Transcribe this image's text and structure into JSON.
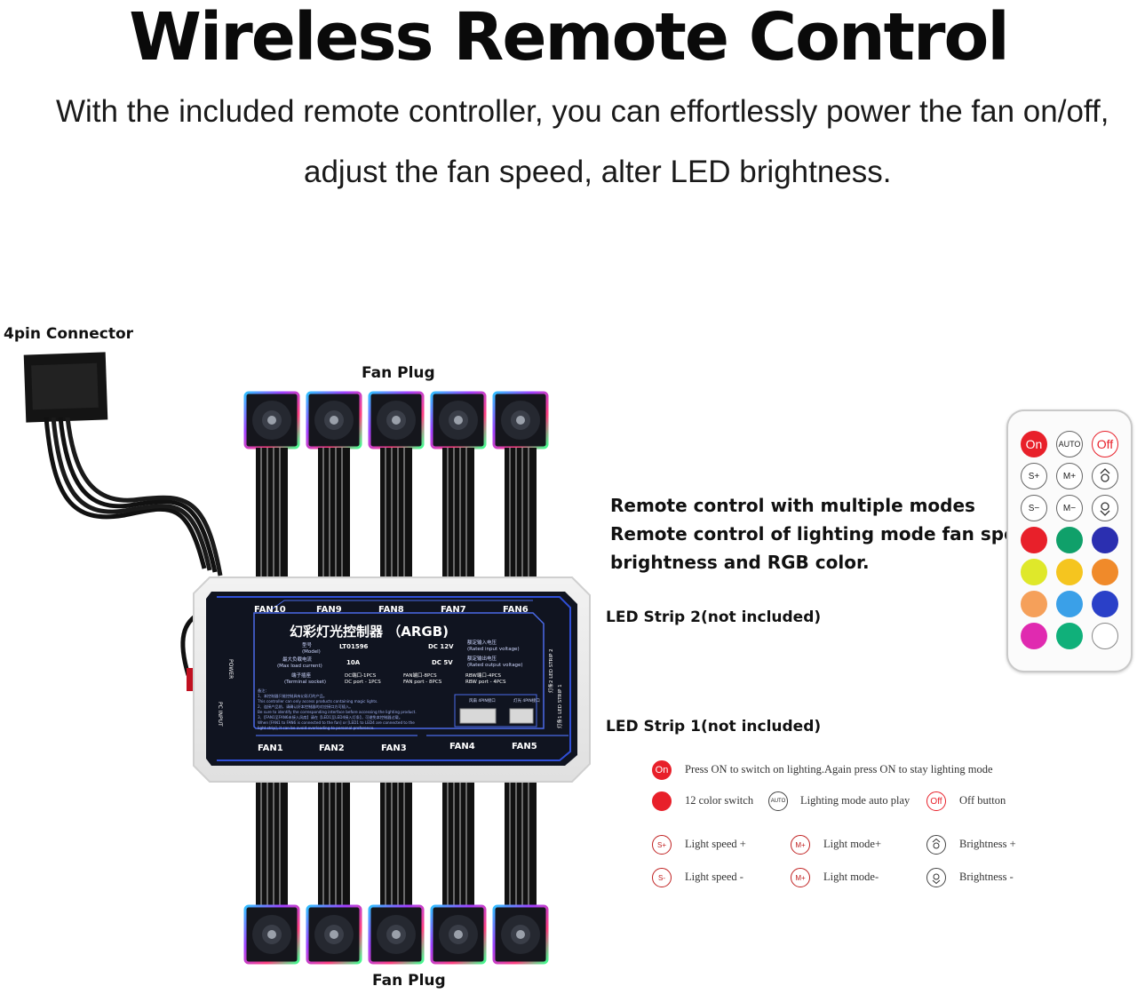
{
  "header": {
    "title": "Wireless Remote Control",
    "subtitle_line1": "With the included remote controller, you can effortlessly power the fan on/off,",
    "subtitle_line2": "adjust the fan speed, alter LED brightness."
  },
  "labels": {
    "connector": "4pin Connector",
    "fan_plug_top": "Fan Plug",
    "fan_plug_bottom": "Fan Plug",
    "led_strip_2": "LED Strip 2(not included)",
    "led_strip_1": "LED Strip 1(not included)"
  },
  "features": {
    "line1": "Remote control with multiple modes",
    "line2": "Remote control of lighting mode fan speed",
    "line3": "brightness and RGB color."
  },
  "controller": {
    "top_ports": [
      "FAN10",
      "FAN9",
      "FAN8",
      "FAN7",
      "FAN6"
    ],
    "bottom_ports": [
      "FAN1",
      "FAN2",
      "FAN3",
      "FAN4",
      "FAN5"
    ],
    "title": "幻彩灯光控制器 （ARGB)",
    "model_label": "型号",
    "model_label_en": "(Model)",
    "model": "LT01596",
    "voltage_in": "DC 12V",
    "voltage_in_label": "额定输入电压",
    "voltage_in_label_en": "(Rated input voltage)",
    "max_load_label": "最大负载电流",
    "max_load_label_en": "(Max load current)",
    "max_load": "10A",
    "voltage_out": "DC 5V",
    "voltage_out_label": "额定输出电压",
    "voltage_out_label_en": "(Rated output voltage)",
    "terminal_label": "端子插座",
    "terminal_label_en": "(Terminal socket)",
    "dc_port_cn": "DC端口-1PCS",
    "dc_port": "DC port - 1PCS",
    "fan_port_cn": "FAN端口-8PCS",
    "fan_port": "FAN port - 8PCS",
    "rbw_port_cn": "RBW端口-4PCS",
    "rbw_port": "RBW port - 4PCS",
    "led_strip_2_side": "灯条2 LED STRIP 2",
    "led_strip_1_side": "灯条1 LED STRIP 1",
    "power": "POWER",
    "pc_input": "PC INPUT",
    "notes": [
      "备注：",
      "1、本控制器只能控制具有幻彩灯的产品。",
      "This controller can only access products containing magic lights.",
      "2、连接产品前，请确认好本控制器的对应接口方可插入。",
      "Be sure to identify the corresponding interface before accessing the lighting product.",
      "3、【FAN1至FAN6未接入风扇】请在【LED1至LED4接入灯条】，可避免本控制器过载。",
      "When [FAN1 to FAN6 is connected to the fan] or [LED1 to LED4 are connected to the",
      "light strip], it can be avoid overloading to personal preference."
    ],
    "plug_left": "风扇 4PIN接口",
    "plug_right": "灯光 4PIN接口"
  },
  "remote": {
    "row1": [
      "On",
      "AUTO",
      "Off"
    ],
    "row2": [
      "S+",
      "M+"
    ],
    "row3": [
      "S−",
      "M−"
    ],
    "color_rows": [
      [
        "#e8202a",
        "#10a06a",
        "#2b2fb0"
      ],
      [
        "#dfe82a",
        "#f5c51f",
        "#f08a2a"
      ],
      [
        "#f5a05a",
        "#3aa0e8",
        "#2a40c8"
      ],
      [
        "#e02ab0",
        "#10b07a",
        "#ffffff"
      ]
    ]
  },
  "legend": {
    "on_icon": "On",
    "on_text": "Press ON to switch on lighting.Again press ON to stay lighting mode",
    "color_text": "12 color switch",
    "auto_icon": "AUTO",
    "auto_text": "Lighting mode auto play",
    "off_icon": "Off",
    "off_text": "Off button",
    "s_plus_icon": "S+",
    "s_plus_text": "Light speed +",
    "m_plus_icon": "M+",
    "m_plus_text": "Light mode+",
    "bright_plus_text": "Brightness +",
    "s_minus_icon": "S-",
    "s_minus_text": "Light speed -",
    "m_minus_icon": "M+",
    "m_minus_text": "Light mode-",
    "bright_minus_text": "Brightness -"
  },
  "colors": {
    "controller_body": "#101420",
    "accent_blue": "#2f4fd8",
    "remote_on": "#e8202a"
  }
}
